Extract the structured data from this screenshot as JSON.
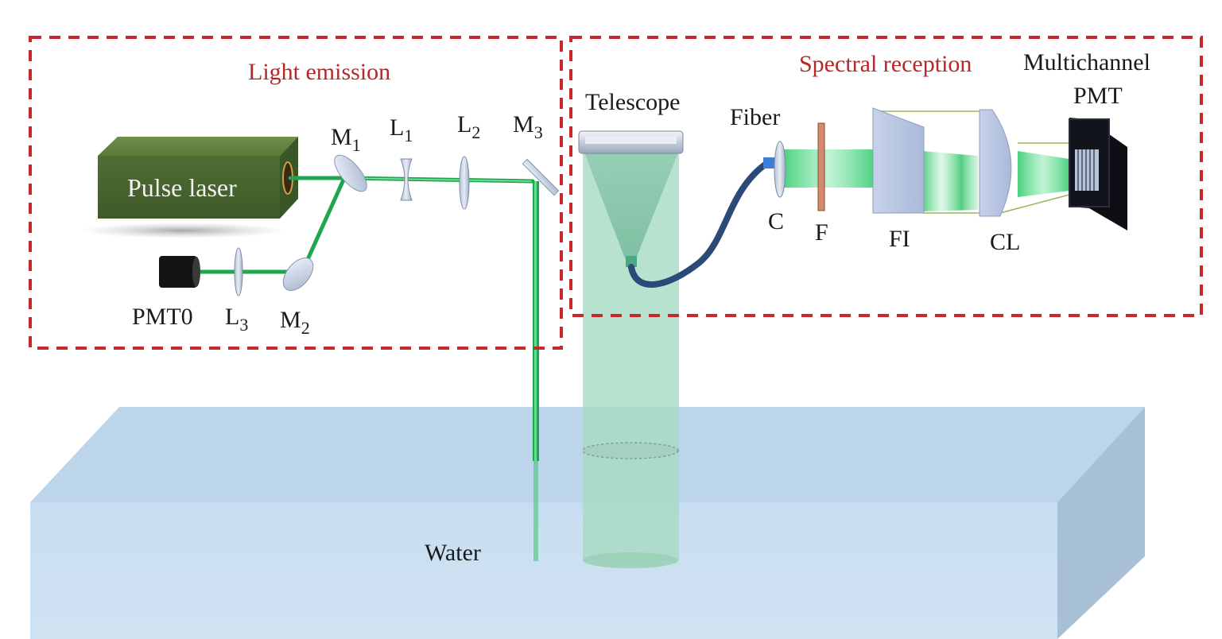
{
  "sections": {
    "emission": "Light emission",
    "reception": "Spectral reception"
  },
  "components": {
    "laser": "Pulse laser",
    "pmt0": "PMT0",
    "m1": "M",
    "m1_sub": "1",
    "m2": "M",
    "m2_sub": "2",
    "m3": "M",
    "m3_sub": "3",
    "l1": "L",
    "l1_sub": "1",
    "l2": "L",
    "l2_sub": "2",
    "l3": "L",
    "l3_sub": "3",
    "telescope": "Telescope",
    "fiber": "Fiber",
    "collimator": "C",
    "filter": "F",
    "fi": "FI",
    "cl": "CL",
    "pmt_line1": "Multichannel",
    "pmt_line2": "PMT",
    "water": "Water"
  },
  "colors": {
    "section_border": "#c8282a",
    "section_title": "#b5282a",
    "laser_beam": "#22b85a",
    "laser_body": "#4d6a32",
    "water_top": "#bfd6ea",
    "water_front": "#c9dff0",
    "water_side": "#a9c2d8",
    "fiber": "#2b4a78"
  }
}
